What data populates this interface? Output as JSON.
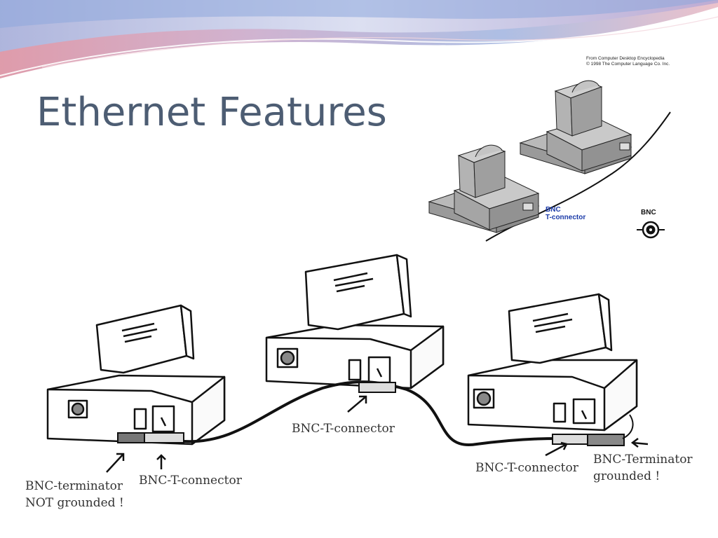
{
  "slide": {
    "title": "Ethernet Features"
  },
  "top_figure": {
    "credit_line_1": "From Computer Desktop Encyclopedia",
    "credit_line_2": "© 1998 The Computer Language Co. Inc.",
    "label_bnc_t_line_1": "BNC",
    "label_bnc_t_line_2": "T-connector",
    "label_bnc": "BNC",
    "accent_color": "#1a3aa8"
  },
  "main_figure": {
    "label_terminator_left_line_1": "BNC-terminator",
    "label_terminator_left_line_2": "NOT grounded !",
    "label_t_connector_left": "BNC-T-connector",
    "label_t_connector_middle": "BNC-T-connector",
    "label_t_connector_right": "BNC-T-connector",
    "label_terminator_right_line_1": "BNC-Terminator",
    "label_terminator_right_line_2": "grounded !"
  },
  "theme": {
    "title_color": "#4d5d73",
    "swoosh_colors": [
      "#e8a9b5",
      "#c5c9e6",
      "#8fa6d8",
      "#d7b3c9"
    ]
  }
}
